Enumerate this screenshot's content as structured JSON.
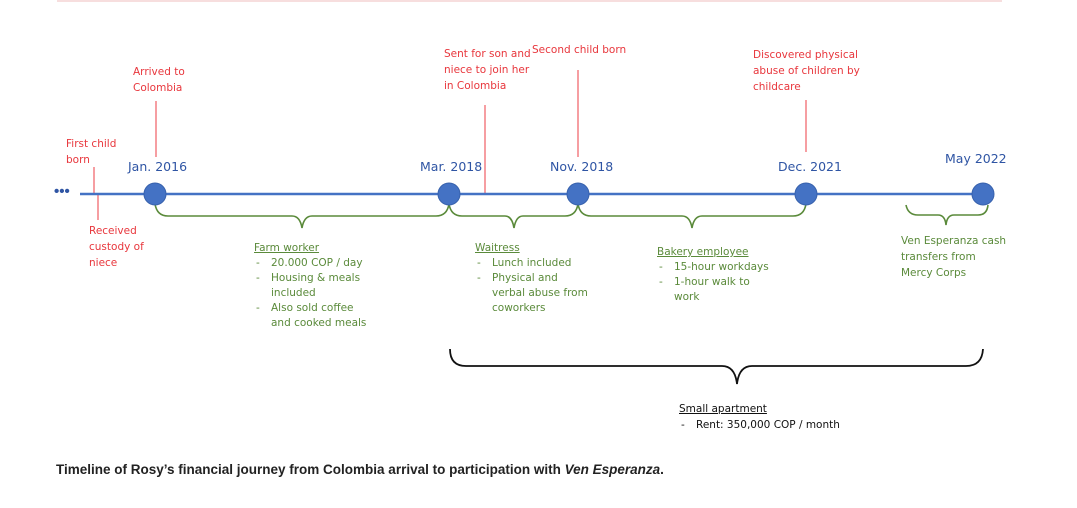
{
  "timeline": {
    "start_marker": "•••",
    "dates": [
      "Jan. 2016",
      "Mar. 2018",
      "Nov. 2018",
      "Dec. 2021",
      "May 2022"
    ],
    "events": [
      {
        "text": "First child born",
        "lines": [
          "First child",
          "born"
        ]
      },
      {
        "text": "Received custody of niece",
        "lines": [
          "Received",
          "custody of",
          "niece"
        ]
      },
      {
        "text": "Arrived to Colombia",
        "lines": [
          "Arrived to",
          "Colombia"
        ]
      },
      {
        "text": "Sent for son and niece to join her in Colombia",
        "lines": [
          "Sent for son and",
          "niece to join her",
          "in Colombia"
        ]
      },
      {
        "text": "Second child born",
        "lines": [
          "Second child born"
        ]
      },
      {
        "text": "Discovered physical abuse of children by childcare",
        "lines": [
          "Discovered physical",
          "abuse of children by",
          "childcare"
        ]
      }
    ],
    "periods": [
      {
        "title": "Farm worker",
        "items": [
          [
            "20.000 COP / day"
          ],
          [
            "Housing & meals",
            "included"
          ],
          [
            "Also sold coffee",
            "and cooked meals"
          ]
        ]
      },
      {
        "title": "Waitress",
        "items": [
          [
            "Lunch included"
          ],
          [
            "Physical and",
            "verbal abuse from",
            "coworkers"
          ]
        ]
      },
      {
        "title": "Bakery employee",
        "items": [
          [
            "15-hour workdays"
          ],
          [
            "1-hour walk to",
            "work"
          ]
        ]
      },
      {
        "title": "",
        "lines": [
          "Ven Esperanza cash",
          "transfers from",
          "Mercy Corps"
        ]
      }
    ],
    "housing": {
      "title": "Small apartment",
      "items": [
        "Rent: 350,000 COP / month"
      ]
    }
  },
  "caption": {
    "main": "Timeline of Rosy’s financial journey from Colombia arrival to participation with ",
    "italic": "Ven Esperanza",
    "end": "."
  },
  "colors": {
    "timeline": "#4472c4",
    "event": "#e8363c",
    "period": "#5a8a3a",
    "housing": "#111111"
  }
}
